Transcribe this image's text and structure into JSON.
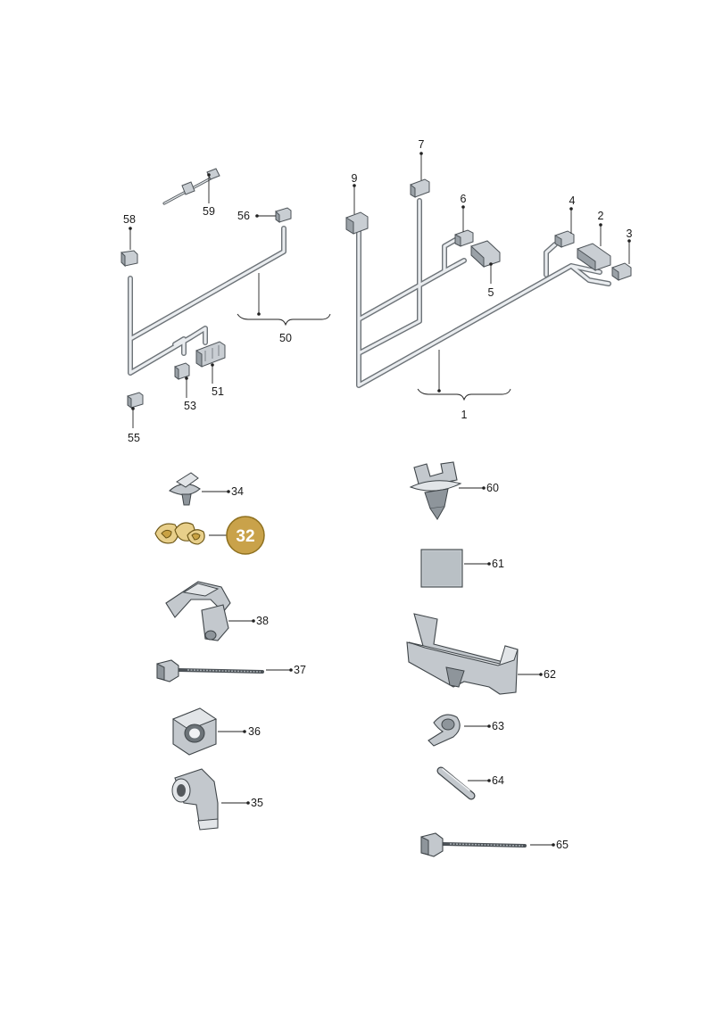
{
  "labels": {
    "p1": "1",
    "p2": "2",
    "p3": "3",
    "p4": "4",
    "p5": "5",
    "p6": "6",
    "p7": "7",
    "p9": "9",
    "p32": "32",
    "p34": "34",
    "p35": "35",
    "p36": "36",
    "p37": "37",
    "p38": "38",
    "p50": "50",
    "p51": "51",
    "p53": "53",
    "p55": "55",
    "p56": "56",
    "p58": "58",
    "p59": "59",
    "p60": "60",
    "p61": "61",
    "p62": "62",
    "p63": "63",
    "p64": "64",
    "p65": "65"
  },
  "highlight": {
    "part": "32",
    "color": "#c9a24a"
  },
  "colors": {
    "wire": "#6d7378",
    "part": "#c3c8cd",
    "outline": "#3f4549"
  },
  "icons": [
    "wiring-harness-50",
    "wiring-harness-1",
    "cable-tie-icon",
    "connector-housing-icon",
    "expanding-clip-icon",
    "clip-set-icon",
    "angled-connector-icon",
    "threaded-bolt-icon",
    "nut-housing-icon",
    "elbow-connector-icon",
    "push-rivet-icon",
    "foam-pad-icon",
    "mounting-bracket-icon",
    "cable-holder-icon",
    "spacer-rod-icon"
  ]
}
